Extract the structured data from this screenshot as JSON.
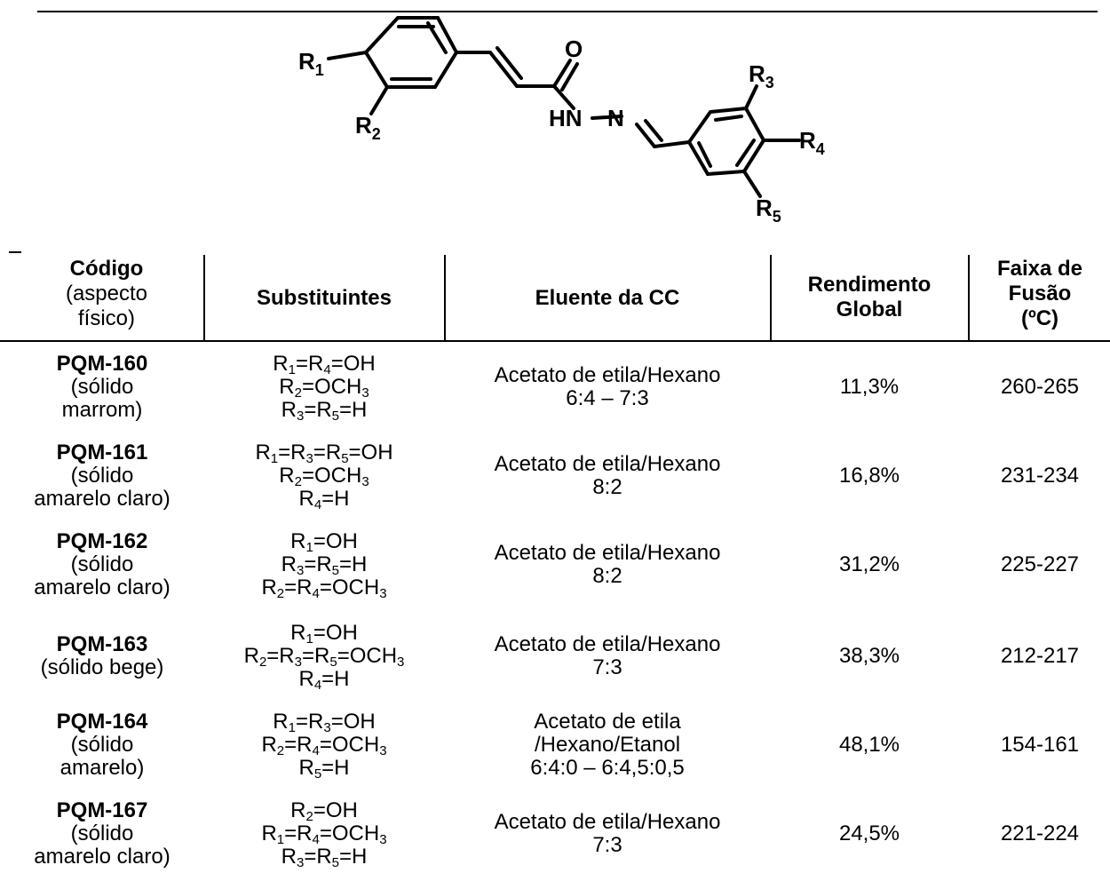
{
  "structure": {
    "labels": {
      "r1": "R",
      "r1_sub": "1",
      "r2": "R",
      "r2_sub": "2",
      "r3": "R",
      "r3_sub": "3",
      "r4": "R",
      "r4_sub": "4",
      "r5": "R",
      "r5_sub": "5",
      "o": "O",
      "hn": "HN",
      "n": "N"
    }
  },
  "table": {
    "headers": {
      "code_bold": "Código",
      "code_l2": "(aspecto",
      "code_l3": "físico)",
      "subs": "Substituintes",
      "eluent": "Eluente da CC",
      "yield_l1": "Rendimento",
      "yield_l2": "Global",
      "melt_l1": "Faixa de",
      "melt_l2": "Fusão",
      "melt_l3": "(ºC)"
    },
    "rows": [
      {
        "code": "PQM-160",
        "desc1": "(sólido",
        "desc2": "marrom)",
        "subs": [
          "R1=R4=OH",
          "R2=OCH3",
          "R3=R5=H"
        ],
        "eluent": [
          "Acetato de etila/Hexano",
          "6:4 – 7:3"
        ],
        "yield": "11,3%",
        "melt": "260-265"
      },
      {
        "code": "PQM-161",
        "desc1": "(sólido",
        "desc2": "amarelo claro)",
        "subs": [
          "R1=R3=R5=OH",
          "R2=OCH3",
          "R4=H"
        ],
        "eluent": [
          "Acetato de etila/Hexano",
          "8:2"
        ],
        "yield": "16,8%",
        "melt": "231-234"
      },
      {
        "code": "PQM-162",
        "desc1": "(sólido",
        "desc2": "amarelo claro)",
        "subs": [
          "R1=OH",
          "R3=R5=H",
          "R2=R4=OCH3"
        ],
        "eluent": [
          "Acetato de etila/Hexano",
          "8:2"
        ],
        "yield": "31,2%",
        "melt": "225-227"
      },
      {
        "code": "PQM-163",
        "desc1": "(sólido bege)",
        "desc2": "",
        "subs": [
          "R1=OH",
          "R2=R3=R5=OCH3",
          "R4=H"
        ],
        "eluent": [
          "Acetato de etila/Hexano",
          "7:3"
        ],
        "yield": "38,3%",
        "melt": "212-217"
      },
      {
        "code": "PQM-164",
        "desc1": "(sólido",
        "desc2": "amarelo)",
        "subs": [
          "R1=R3=OH",
          "R2=R4=OCH3",
          "R5=H"
        ],
        "eluent": [
          "Acetato de etila",
          "/Hexano/Etanol",
          "6:4:0 – 6:4,5:0,5"
        ],
        "yield": "48,1%",
        "melt": "154-161"
      },
      {
        "code": "PQM-167",
        "desc1": "(sólido",
        "desc2": "amarelo claro)",
        "subs": [
          "R2=OH",
          "R1=R4=OCH3",
          "R3=R5=H"
        ],
        "eluent": [
          "Acetato de etila/Hexano",
          "7:3"
        ],
        "yield": "24,5%",
        "melt": "221-224"
      }
    ]
  }
}
